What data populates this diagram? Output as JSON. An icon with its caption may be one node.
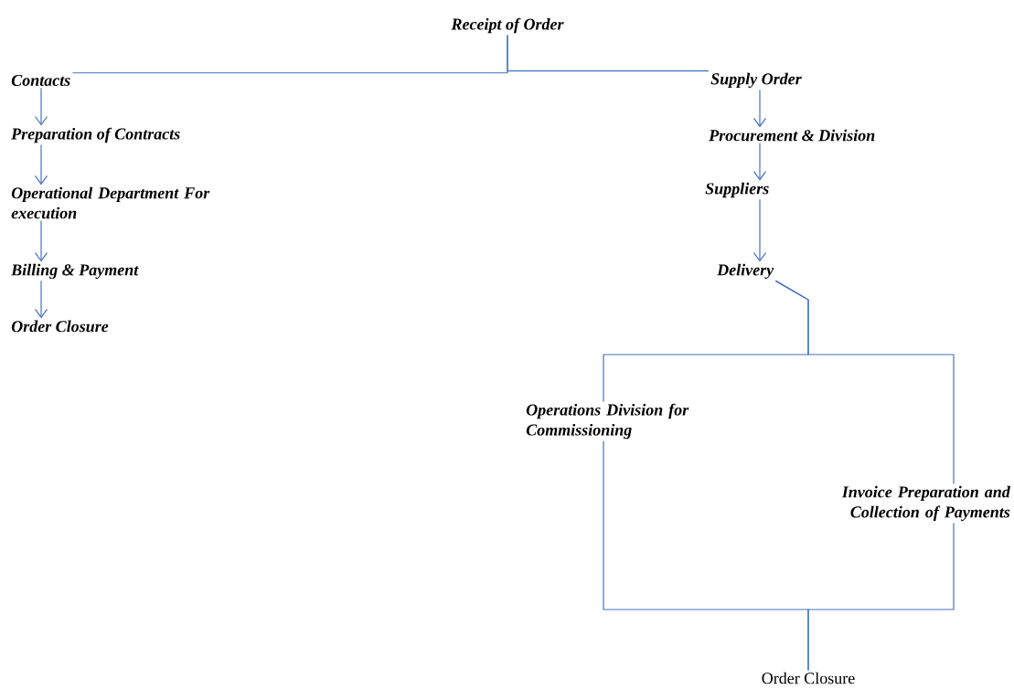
{
  "diagram": {
    "nodes": [
      {
        "text": [
          "Receipt of Order"
        ]
      },
      {
        "text": [
          "Contacts"
        ]
      },
      {
        "text": [
          "Preparation of Contracts"
        ]
      },
      {
        "text": [
          "Operational Department For execution"
        ]
      },
      {
        "text": [
          "Billing & Payment"
        ]
      },
      {
        "text": [
          "Order Closure"
        ]
      },
      {
        "text": [
          "Supply Order"
        ]
      },
      {
        "text": [
          "Procurement & Division"
        ]
      },
      {
        "text": [
          "Suppliers"
        ]
      },
      {
        "text": [
          "Delivery"
        ]
      },
      {
        "text": [
          "Operations Division for Commissioning"
        ]
      },
      {
        "text": [
          "Invoice Preparation and Collection of Payments"
        ]
      },
      {
        "text": [
          "Order Closure"
        ]
      }
    ],
    "edges": [
      {
        "from": 0,
        "to": 1,
        "arrow": "none"
      },
      {
        "from": 0,
        "to": 6,
        "arrow": "none"
      },
      {
        "from": 1,
        "to": 2,
        "arrow": "to"
      },
      {
        "from": 2,
        "to": 3,
        "arrow": "to"
      },
      {
        "from": 3,
        "to": 4,
        "arrow": "to"
      },
      {
        "from": 4,
        "to": 5,
        "arrow": "to"
      },
      {
        "from": 6,
        "to": 7,
        "arrow": "to"
      },
      {
        "from": 7,
        "to": 8,
        "arrow": "to"
      },
      {
        "from": 8,
        "to": 9,
        "arrow": "to"
      },
      {
        "from": 9,
        "to": 10,
        "arrow": "none"
      },
      {
        "from": 9,
        "to": 11,
        "arrow": "none"
      },
      {
        "from": 10,
        "to": 12,
        "arrow": "none"
      },
      {
        "from": 11,
        "to": 12,
        "arrow": "none"
      }
    ]
  }
}
